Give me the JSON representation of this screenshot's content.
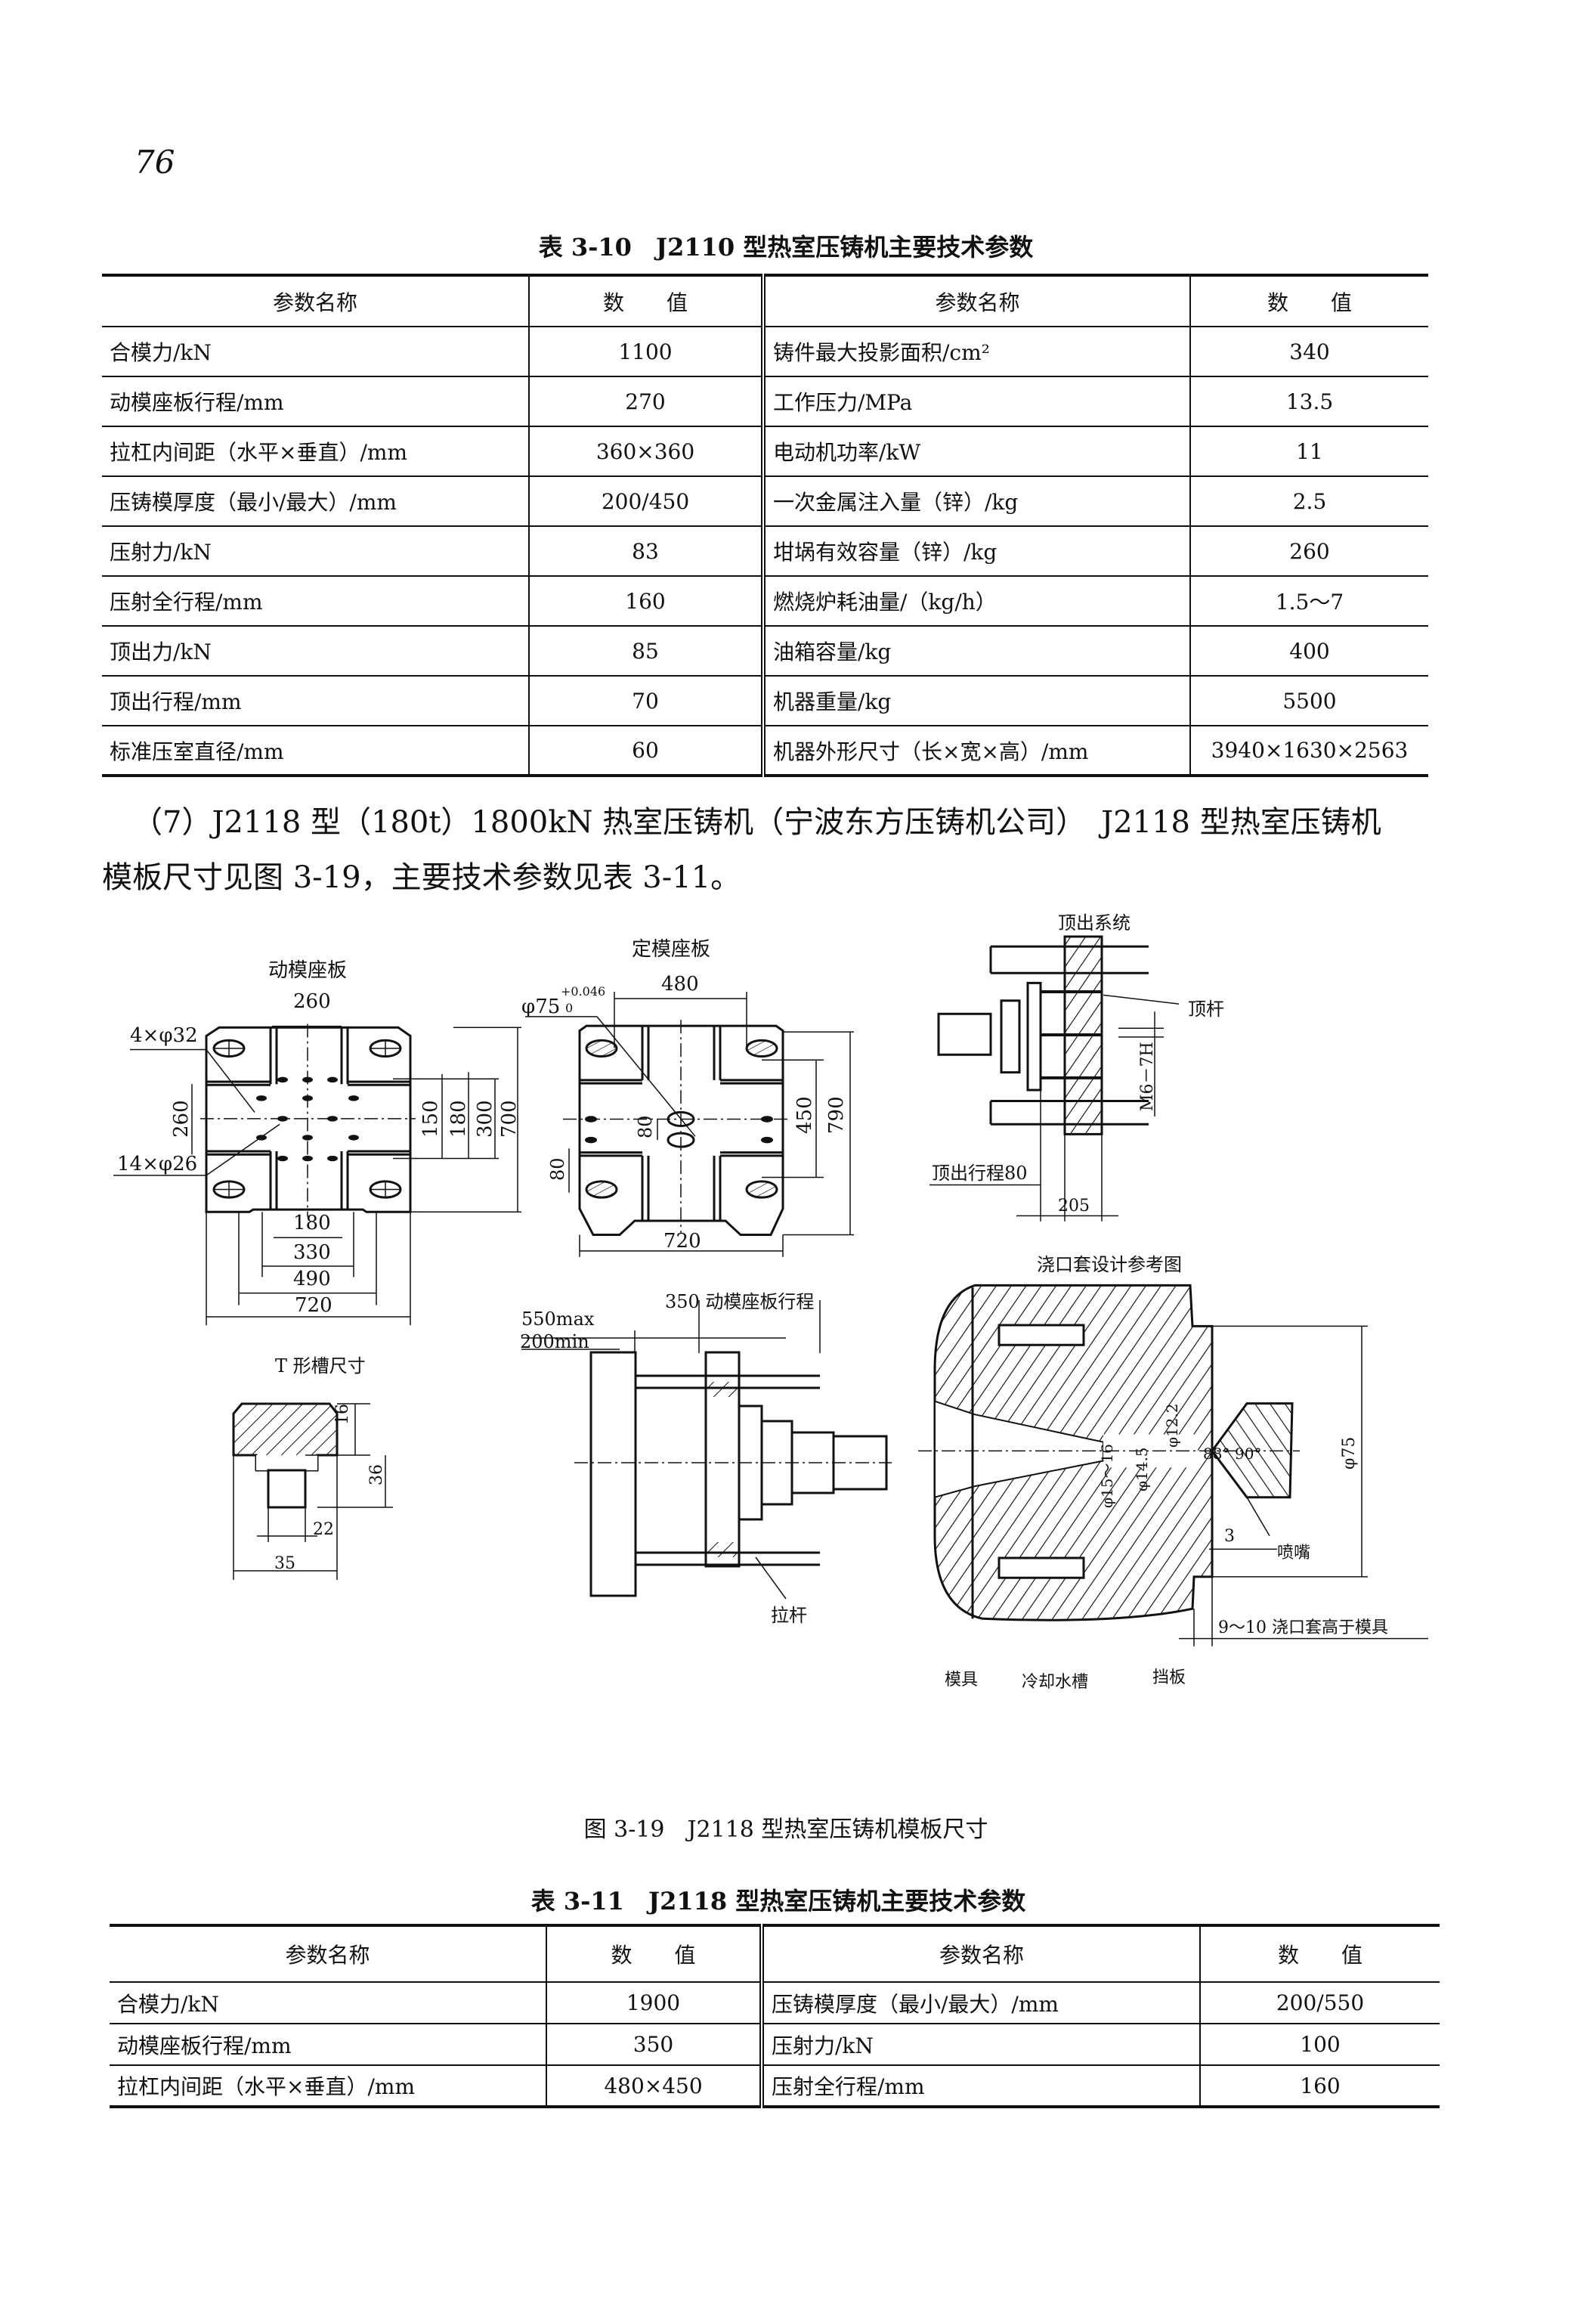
{
  "page_number": "76",
  "table1": {
    "title": "表 3-10　J2110 型热室压铸机主要技术参数",
    "headers": [
      "参数名称",
      "数　　值",
      "参数名称",
      "数　　值"
    ],
    "rows": [
      [
        "合模力/kN",
        "1100",
        "铸件最大投影面积/cm²",
        "340"
      ],
      [
        "动模座板行程/mm",
        "270",
        "工作压力/MPa",
        "13.5"
      ],
      [
        "拉杠内间距（水平×垂直）/mm",
        "360×360",
        "电动机功率/kW",
        "11"
      ],
      [
        "压铸模厚度（最小/最大）/mm",
        "200/450",
        "一次金属注入量（锌）/kg",
        "2.5"
      ],
      [
        "压射力/kN",
        "83",
        "坩埚有效容量（锌）/kg",
        "260"
      ],
      [
        "压射全行程/mm",
        "160",
        "燃烧炉耗油量/（kg/h）",
        "1.5～7"
      ],
      [
        "顶出力/kN",
        "85",
        "油箱容量/kg",
        "400"
      ],
      [
        "顶出行程/mm",
        "70",
        "机器重量/kg",
        "5500"
      ],
      [
        "标准压室直径/mm",
        "60",
        "机器外形尺寸（长×宽×高）/mm",
        "3940×1630×2563"
      ]
    ]
  },
  "paragraph": {
    "line1": "（7）J2118 型（180t）1800kN 热室压铸机（宁波东方压铸机公司）　J2118 型热室压铸机",
    "line2": "模板尺寸见图 3-19，主要技术参数见表 3-11。"
  },
  "figure": {
    "moving_platen": {
      "title": "动模座板",
      "d260top": "260",
      "holes4": "4×φ32",
      "holes14": "14×φ26",
      "d260v": "260",
      "d150": "150",
      "d180v": "180",
      "d300": "300",
      "d700": "700",
      "d180": "180",
      "d330": "330",
      "d490": "490",
      "d720": "720"
    },
    "fixed_platen": {
      "title": "定模座板",
      "d480": "480",
      "phi75": "φ75",
      "tol_upper": "+0.046",
      "tol_lower": "0",
      "d80a": "80",
      "d80b": "80",
      "d450": "450",
      "d790": "790",
      "d720": "720"
    },
    "tslot": {
      "title": "T 形槽尺寸",
      "d16": "16",
      "d36": "36",
      "d22": "22",
      "d35": "35"
    },
    "assembly": {
      "stroke": "350 动模座板行程",
      "max": "550max",
      "min": "200min",
      "tie_rod": "拉杆"
    },
    "ejector": {
      "title": "顶出系统",
      "rod": "顶杆",
      "thread": "M6－7H",
      "stroke": "顶出行程80",
      "d205": "205"
    },
    "sprue": {
      "title": "浇口套设计参考图",
      "phi15": "φ15～16",
      "phi145": "φ14.5",
      "phi122": "φ12.2",
      "a88": "88°",
      "a90": "90°",
      "phi75": "φ75",
      "d3": "3",
      "nozzle": "喷嘴",
      "height": "9～10 浇口套高于模具",
      "mold": "模具",
      "cooling": "冷却水槽",
      "baffle": "挡板"
    },
    "caption": "图 3-19　J2118 型热室压铸机模板尺寸"
  },
  "table2": {
    "title": "表 3-11　J2118 型热室压铸机主要技术参数",
    "headers": [
      "参数名称",
      "数　　值",
      "参数名称",
      "数　　值"
    ],
    "rows": [
      [
        "合模力/kN",
        "1900",
        "压铸模厚度（最小/最大）/mm",
        "200/550"
      ],
      [
        "动模座板行程/mm",
        "350",
        "压射力/kN",
        "100"
      ],
      [
        "拉杠内间距（水平×垂直）/mm",
        "480×450",
        "压射全行程/mm",
        "160"
      ]
    ]
  }
}
